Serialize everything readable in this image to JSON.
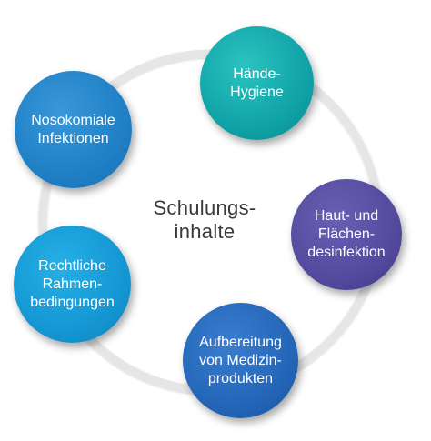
{
  "center": {
    "line1": "Schulungs-",
    "line2": "inhalte"
  },
  "nodes": [
    {
      "lines": [
        "Hände-",
        "Hygiene"
      ],
      "color": "#10a3a7"
    },
    {
      "lines": [
        "Haut- und",
        "Flächen-",
        "desinfektion"
      ],
      "color": "#544a9f"
    },
    {
      "lines": [
        "Aufbereitung",
        "von Medizin-",
        "produkten"
      ],
      "color": "#2466b8"
    },
    {
      "lines": [
        "Rechtliche",
        "Rahmen-",
        "bedingungen"
      ],
      "color": "#1597d3"
    },
    {
      "lines": [
        "Nosokomiale",
        "Infektionen"
      ],
      "color": "#2080c6"
    }
  ],
  "colors": {
    "ring": "#e6e6e6",
    "center_text": "#3a3a3a"
  }
}
